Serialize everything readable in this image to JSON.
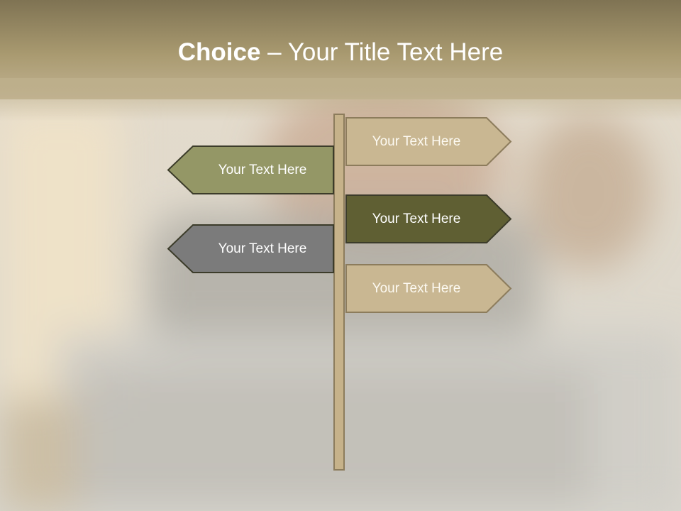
{
  "title": {
    "bold": "Choice",
    "rest": " – Your Title Text Here"
  },
  "signs": {
    "right": [
      {
        "label": "Your Text Here",
        "fill": "#c9b792",
        "text_color": "#fdfaf2"
      },
      {
        "label": "Your Text Here",
        "fill": "#5f5f33",
        "text_color": "#ffffff"
      },
      {
        "label": "Your Text Here",
        "fill": "#c9b792",
        "text_color": "#fdfaf2"
      }
    ],
    "left": [
      {
        "label": "Your Text Here",
        "fill": "#949766",
        "text_color": "#ffffff"
      },
      {
        "label": "Your Text Here",
        "fill": "#7b7b7b",
        "text_color": "#ffffff"
      }
    ]
  },
  "colors": {
    "header": "#a99a70",
    "post": "#c6b28a",
    "outline": "#3c3c2a"
  }
}
